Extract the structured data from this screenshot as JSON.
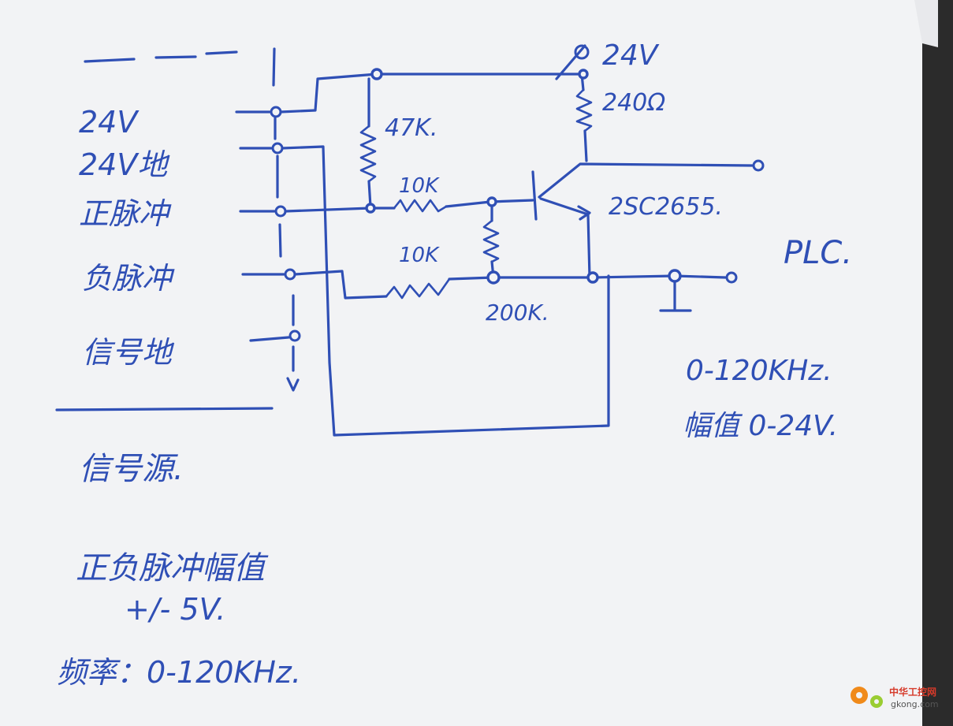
{
  "connector": {
    "pins": [
      {
        "label": "24V"
      },
      {
        "label": "24V地"
      },
      {
        "label": "正脉冲"
      },
      {
        "label": "负脉冲"
      },
      {
        "label": "信号地"
      }
    ]
  },
  "source_label": "信号源.",
  "components": {
    "supply": "24V",
    "r_pullup": "240Ω",
    "r_bias": "47K.",
    "r_pos": "10K",
    "r_neg": "10K",
    "r_base": "200K.",
    "transistor": "2SC2655."
  },
  "output": {
    "plc_label": "PLC.",
    "freq": "0-120KHz.",
    "amplitude": "幅值 0-24V."
  },
  "notes": {
    "pulse_amplitude_label": "正负脉冲幅值",
    "pulse_amplitude_value": "+/- 5V.",
    "frequency": "频率：0-120KHz."
  },
  "watermark": {
    "site_cn": "中华工控网",
    "site": "gkong.com"
  },
  "colors": {
    "ink": "#2f4fb5",
    "paper": "#f3f4f6"
  }
}
